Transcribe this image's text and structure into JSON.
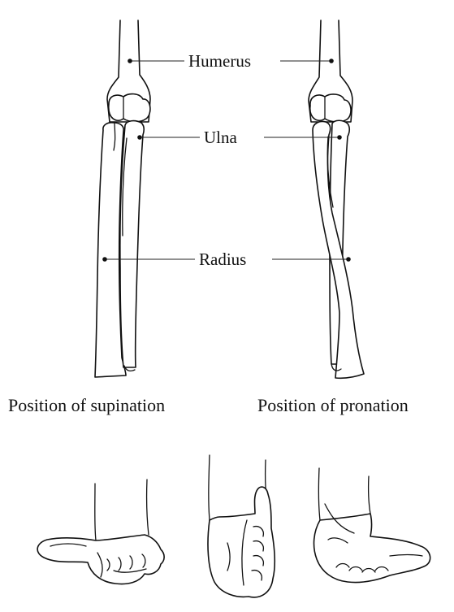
{
  "labels": {
    "humerus": "Humerus",
    "ulna": "Ulna",
    "radius": "Radius"
  },
  "captions": {
    "supination": "Position of supination",
    "pronation": "Position of pronation"
  }
}
